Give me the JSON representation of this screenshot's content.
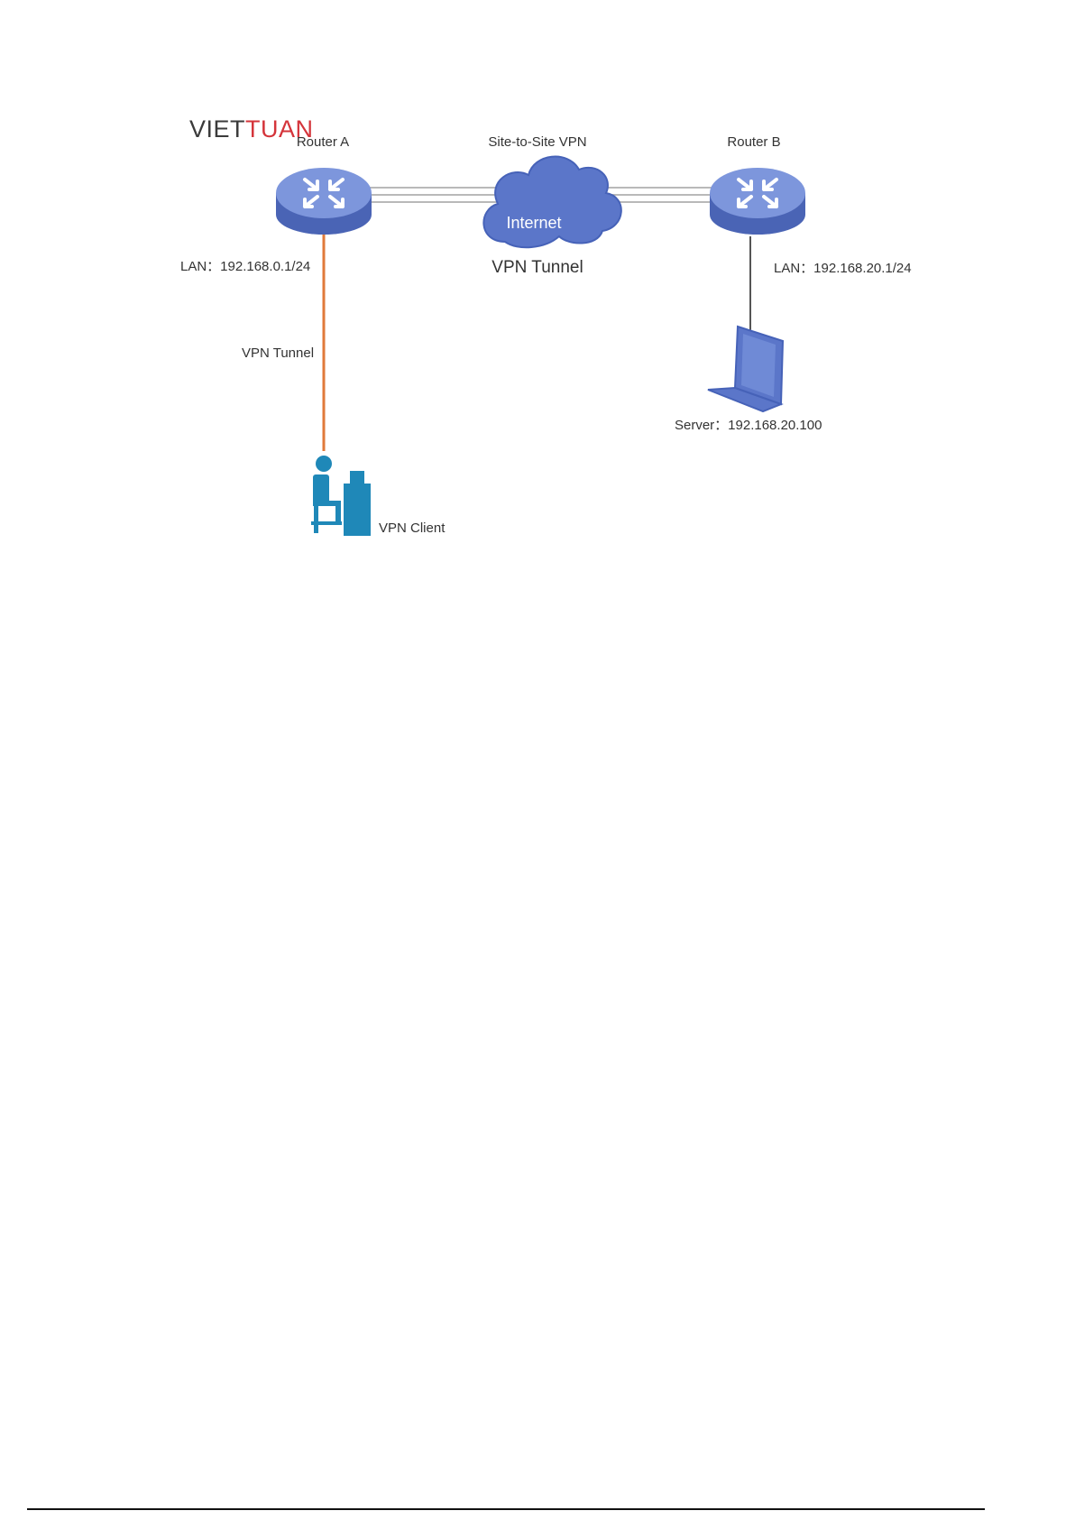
{
  "logo": {
    "part1": "VIET",
    "part2": "TUAN"
  },
  "colors": {
    "device_blue": "#5b76c9",
    "device_top": "#7d96dc",
    "tunnel_orange": "#e07a3a",
    "logo_dark": "#3b3b3b",
    "logo_red": "#d4343a"
  },
  "nodes": {
    "router_a": {
      "label": "Router A",
      "lan": "LAN：192.168.0.1/24"
    },
    "router_b": {
      "label": "Router B",
      "lan": "LAN：192.168.20.1/24"
    },
    "cloud": {
      "label": "Internet"
    },
    "server": {
      "label": "Server：192.168.20.100"
    },
    "vpn_client": {
      "label": "VPN Client"
    }
  },
  "links": {
    "site_to_site": {
      "top_label": "Site-to-Site VPN",
      "bottom_label": "VPN Tunnel"
    },
    "client_tunnel": {
      "label": "VPN Tunnel"
    }
  }
}
